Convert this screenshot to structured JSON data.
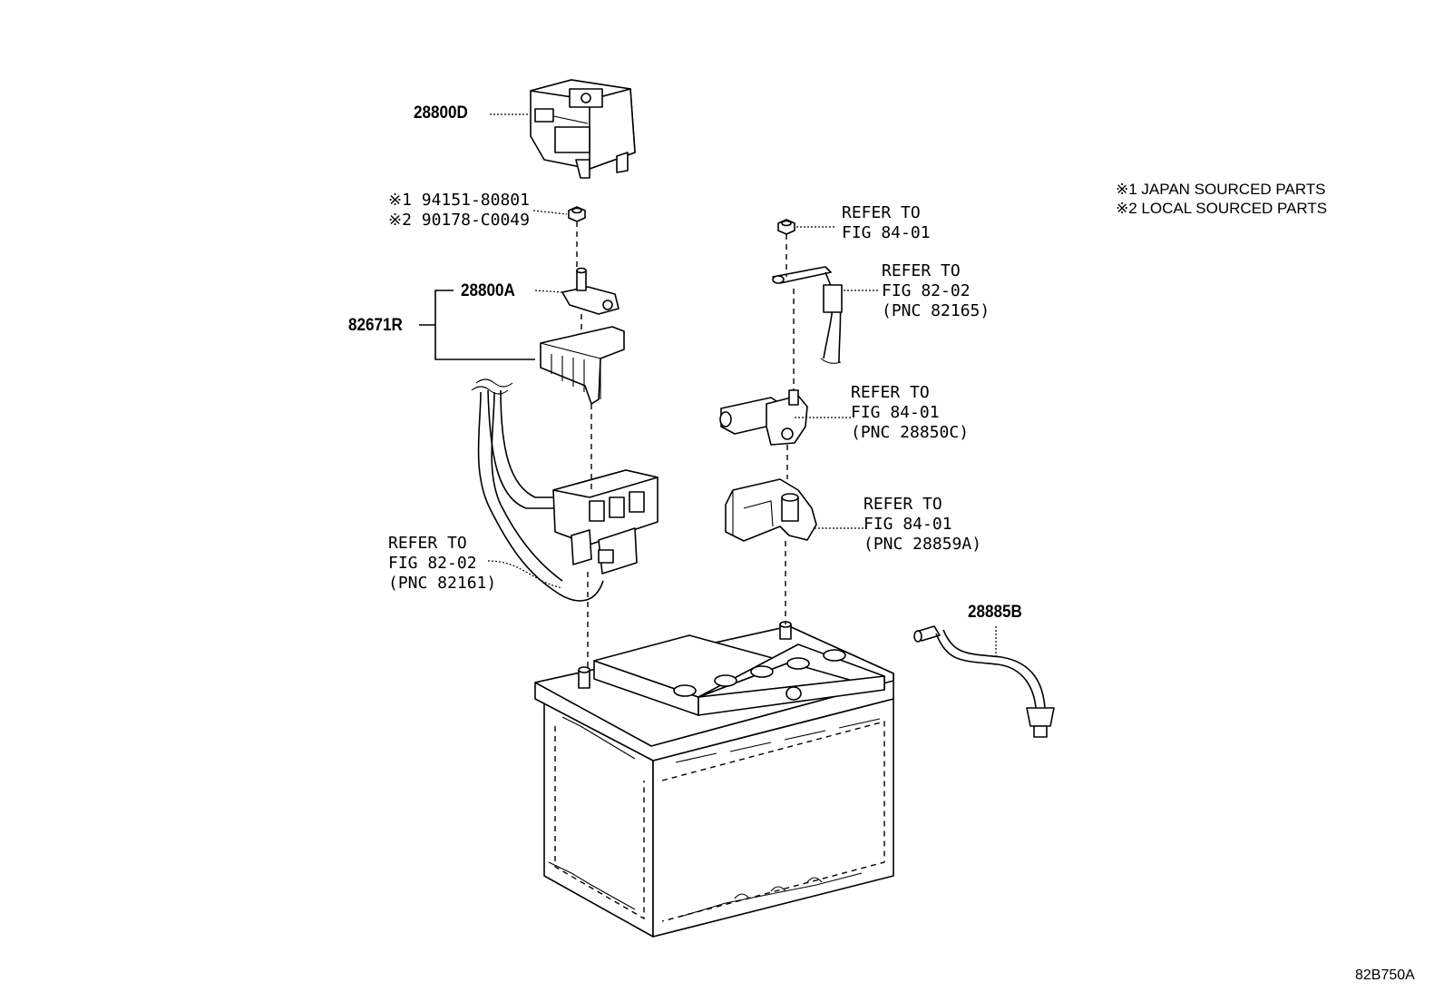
{
  "parts": {
    "p28800D": "28800D",
    "p28800A": "28800A",
    "p82671R": "82671R",
    "p28885B": "28885B",
    "nut_japan": "※1 94151-80801",
    "nut_local": "※2 90178-C0049"
  },
  "refs": {
    "nut_right": "REFER TO\nFIG 84-01",
    "cable_top": "REFER TO\nFIG 82-02\n(PNC 82165)",
    "sensor": "REFER TO\nFIG 84-01\n(PNC 28850C)",
    "cover": "REFER TO\nFIG 84-01\n(PNC 28859A)",
    "cable_left": "REFER TO\nFIG 82-02\n(PNC 82161)"
  },
  "legend": {
    "japan": "※1 JAPAN SOURCED PARTS",
    "local": "※2 LOCAL SOURCED PARTS"
  },
  "figure_code": "82B750A"
}
